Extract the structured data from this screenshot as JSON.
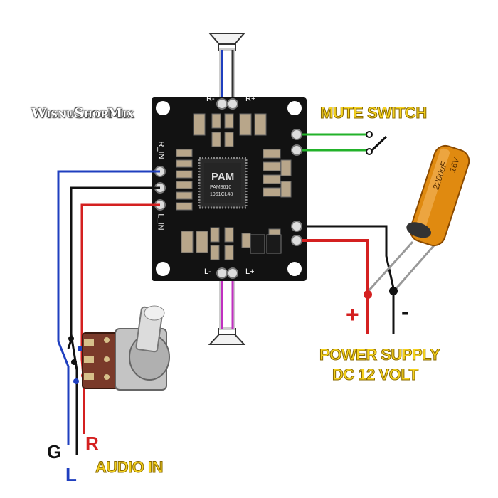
{
  "watermark": "WisnuShopMix",
  "labels": {
    "mute_switch": "MUTE SWITCH",
    "power_supply_line1": "POWER SUPPLY",
    "power_supply_line2": "DC 12 VOLT",
    "audio_in": "AUDIO IN",
    "g": "G",
    "l": "L",
    "r": "R",
    "plus": "+",
    "minus": "-"
  },
  "board": {
    "pin_r_minus": "R-",
    "pin_r_plus": "R+",
    "pin_l_minus": "L-",
    "pin_l_plus": "L+",
    "r_in": "R_IN",
    "l_in": "L_IN",
    "chip_logo": "PAM",
    "chip_model": "PAM8610",
    "chip_code": "1961CL48"
  },
  "capacitor": {
    "text1": "2200uF",
    "text2": "16V"
  },
  "colors": {
    "board": "#121212",
    "wire_red": "#d42020",
    "wire_blue": "#1f3fbf",
    "wire_green": "#22b22a",
    "wire_purple": "#c030c0",
    "wire_black": "#111111",
    "capacitor": "#e08a10",
    "label_yellow": "#f5d21f"
  }
}
